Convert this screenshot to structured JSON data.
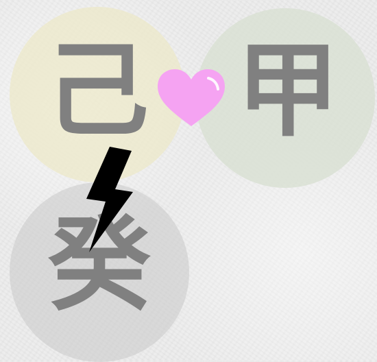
{
  "elements": {
    "ji": {
      "char": "己",
      "circle_color": "#ece8c8"
    },
    "jia": {
      "char": "甲",
      "circle_color": "#d8e0d2"
    },
    "gui": {
      "char": "癸",
      "circle_color": "#c8c8c8"
    }
  },
  "text_color": "#808080",
  "heart": {
    "icon": "heart-icon",
    "color": "#f5a3f2"
  },
  "bolt": {
    "icon": "lightning-bolt-icon",
    "color": "#000000"
  }
}
